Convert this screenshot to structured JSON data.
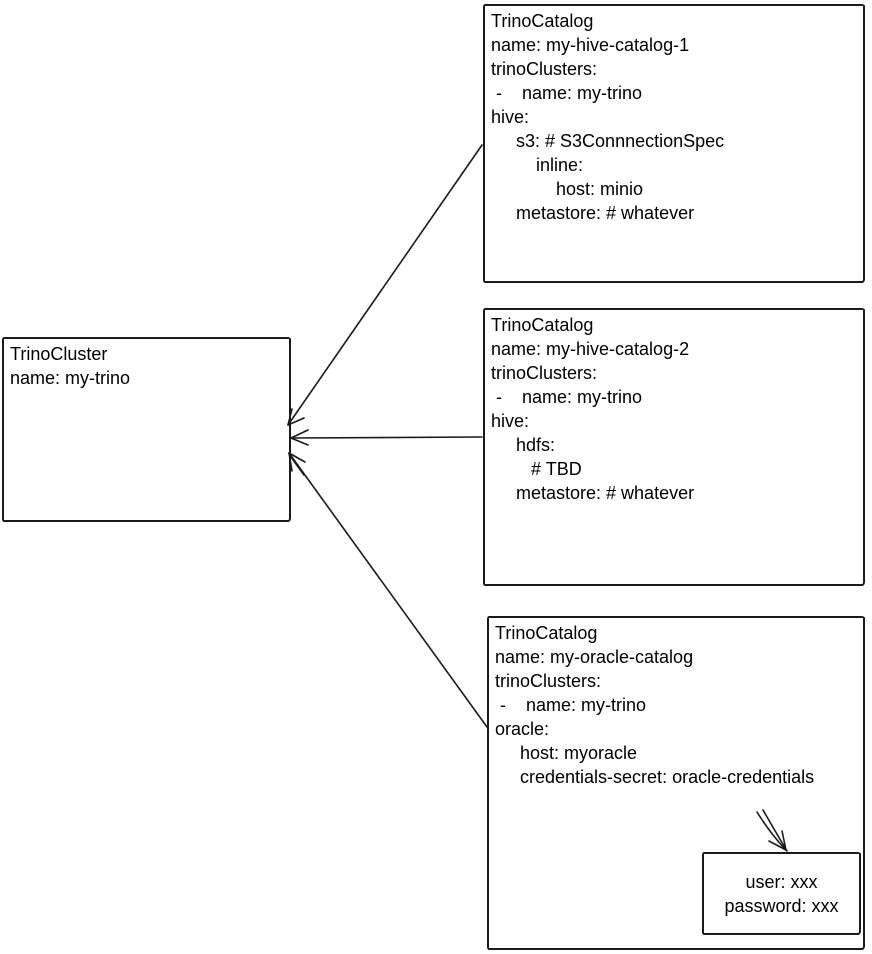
{
  "canvas": {
    "background": "#ffffff",
    "stroke_color": "#1a1a1a",
    "text_color": "#000000"
  },
  "boxes": {
    "cluster": {
      "lines": [
        "TrinoCluster",
        "name: my-trino"
      ]
    },
    "catalog1": {
      "lines": [
        "TrinoCatalog",
        "name: my-hive-catalog-1",
        "trinoClusters:",
        " -    name: my-trino",
        "hive:",
        "     s3: # S3ConnnectionSpec",
        "         inline:",
        "             host: minio",
        "     metastore: # whatever"
      ]
    },
    "catalog2": {
      "lines": [
        "TrinoCatalog",
        "name: my-hive-catalog-2",
        "trinoClusters:",
        " -    name: my-trino",
        "hive:",
        "     hdfs:",
        "        # TBD",
        "     metastore: # whatever"
      ]
    },
    "catalog3": {
      "lines": [
        "TrinoCatalog",
        "name: my-oracle-catalog",
        "trinoClusters:",
        " -    name: my-trino",
        "oracle:",
        "     host: myoracle",
        "     credentials-secret: oracle-credentials"
      ]
    },
    "secret": {
      "lines": [
        "user: xxx",
        "password: xxx"
      ]
    }
  }
}
